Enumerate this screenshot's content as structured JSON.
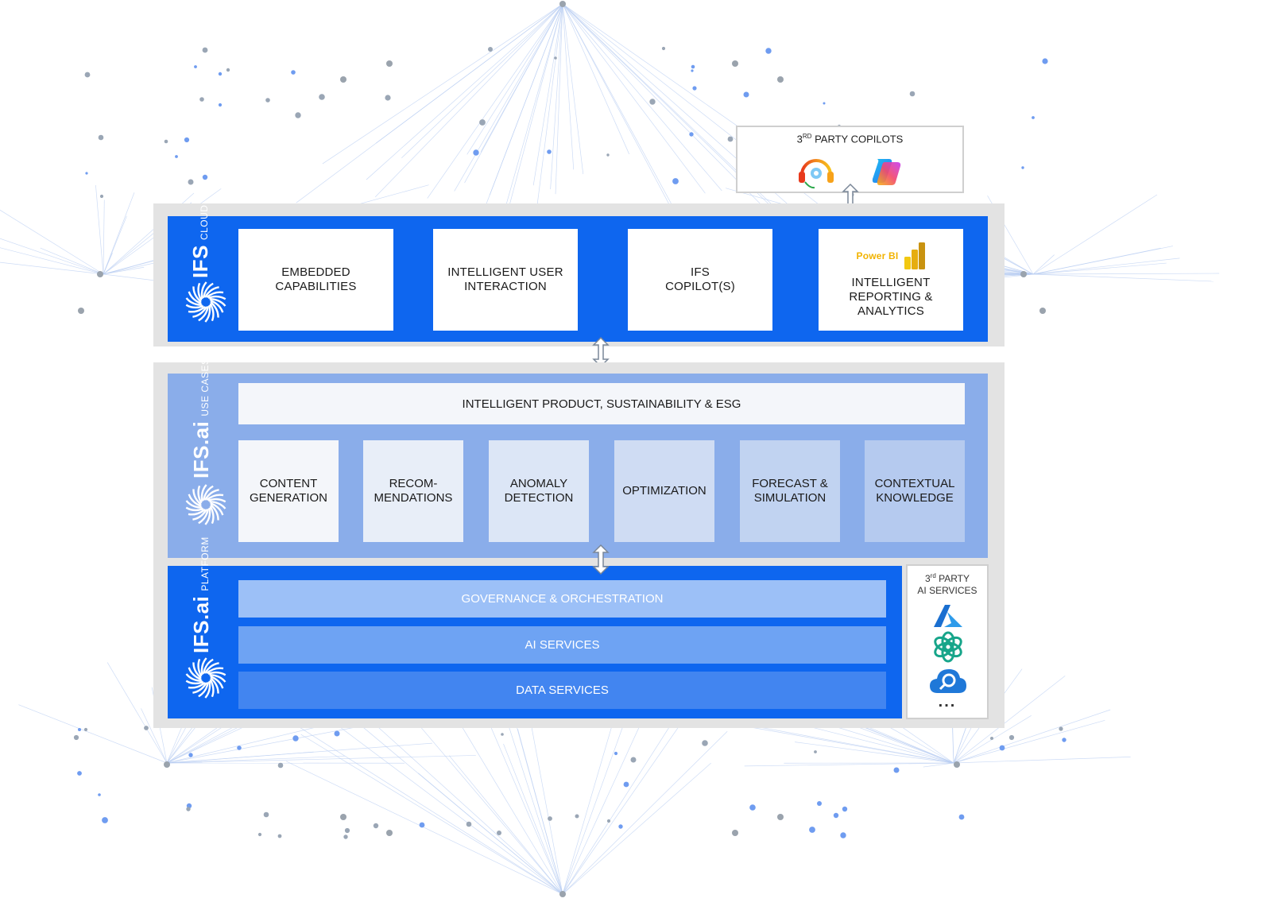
{
  "third_party_copilots": {
    "title_prefix": "3",
    "title_sup": "RD",
    "title_rest": " PARTY COPILOTS",
    "icons": [
      "headset-copilot-icon",
      "microsoft-copilot-icon"
    ]
  },
  "ifs_cloud": {
    "brand": "IFS",
    "sub": "CLOUD",
    "cards": [
      {
        "label": "EMBEDDED\nCAPABILITIES"
      },
      {
        "label": "INTELLIGENT USER\nINTERACTION"
      },
      {
        "label": "IFS\nCOPILOT(S)"
      },
      {
        "label": "INTELLIGENT\nREPORTING &\nANALYTICS",
        "badge": "Power BI"
      }
    ]
  },
  "use_cases": {
    "brand": "IFS.ai",
    "sub": "USE CASES",
    "banner": "INTELLIGENT PRODUCT, SUSTAINABILITY & ESG",
    "cards": [
      {
        "label": "CONTENT\nGENERATION"
      },
      {
        "label": "RECOM-\nMENDATIONS"
      },
      {
        "label": "ANOMALY\nDETECTION"
      },
      {
        "label": "OPTIMIZATION"
      },
      {
        "label": "FORECAST &\nSIMULATION"
      },
      {
        "label": "CONTEXTUAL\nKNOWLEDGE"
      }
    ]
  },
  "platform": {
    "brand": "IFS.ai",
    "sub": "PLATFORM",
    "layers": [
      {
        "label": "GOVERNANCE & ORCHESTRATION",
        "color": "#9cc0f7"
      },
      {
        "label": "AI SERVICES",
        "color": "#6ea3f3"
      },
      {
        "label": "DATA SERVICES",
        "color": "#4285f0"
      }
    ]
  },
  "third_party_ai": {
    "title_prefix": "3",
    "title_sup": "rd",
    "title_rest": " PARTY\nAI SERVICES",
    "icons": [
      "azure-icon",
      "openai-icon",
      "cloud-search-icon"
    ],
    "more": "..."
  },
  "colors": {
    "ifs_blue": "#0e66ef",
    "use_case_blue": "#8aadea",
    "band_gray": "#e3e3e3"
  }
}
